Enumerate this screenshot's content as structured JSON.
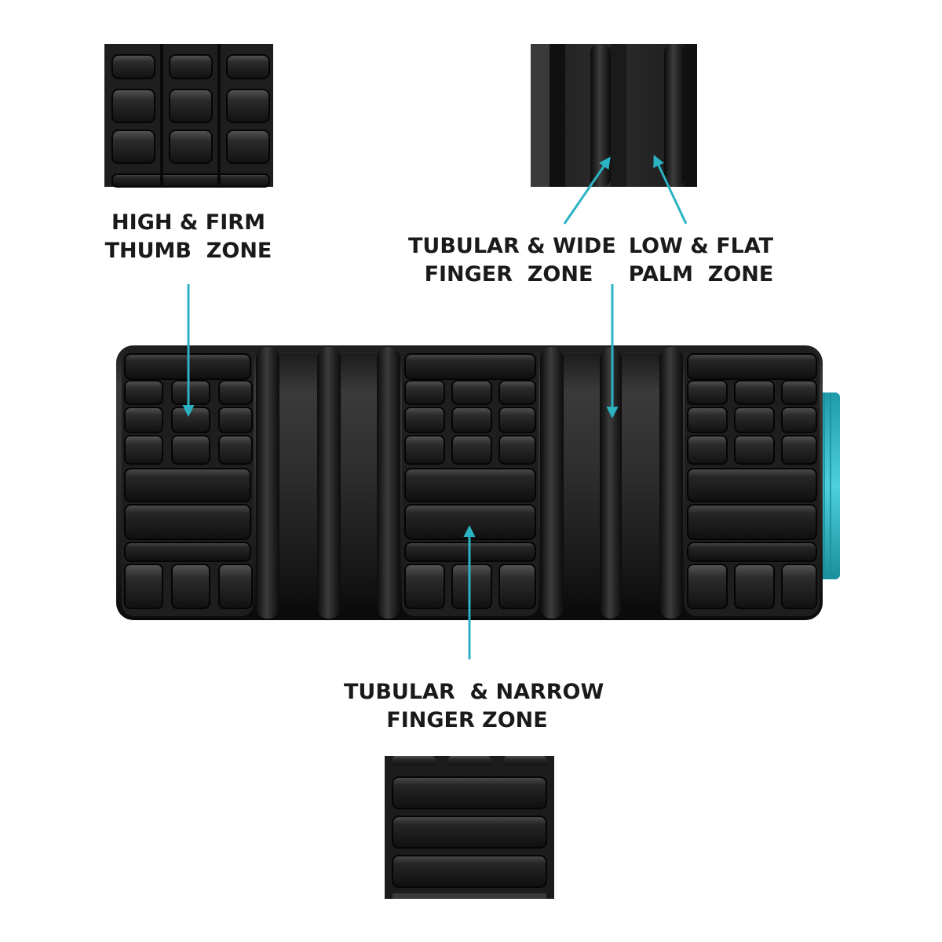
{
  "labels": {
    "thumb": {
      "line1": "HIGH & FIRM",
      "line2": "THUMB  ZONE"
    },
    "wide_finger": {
      "line1": "TUBULAR & WIDE",
      "line2": "FINGER  ZONE"
    },
    "palm": {
      "line1": "LOW & FLAT",
      "line2": "PALM  ZONE"
    },
    "narrow_finger": {
      "line1": "TUBULAR  & NARROW",
      "line2": "FINGER ZONE"
    }
  },
  "colors": {
    "accent": "#2bb3c4",
    "roller_dark": "#141414",
    "roller_mid": "#2a2a2a",
    "roller_light": "#4a4a4a",
    "background": "#ffffff"
  },
  "icons": [
    "arrow-icon"
  ]
}
